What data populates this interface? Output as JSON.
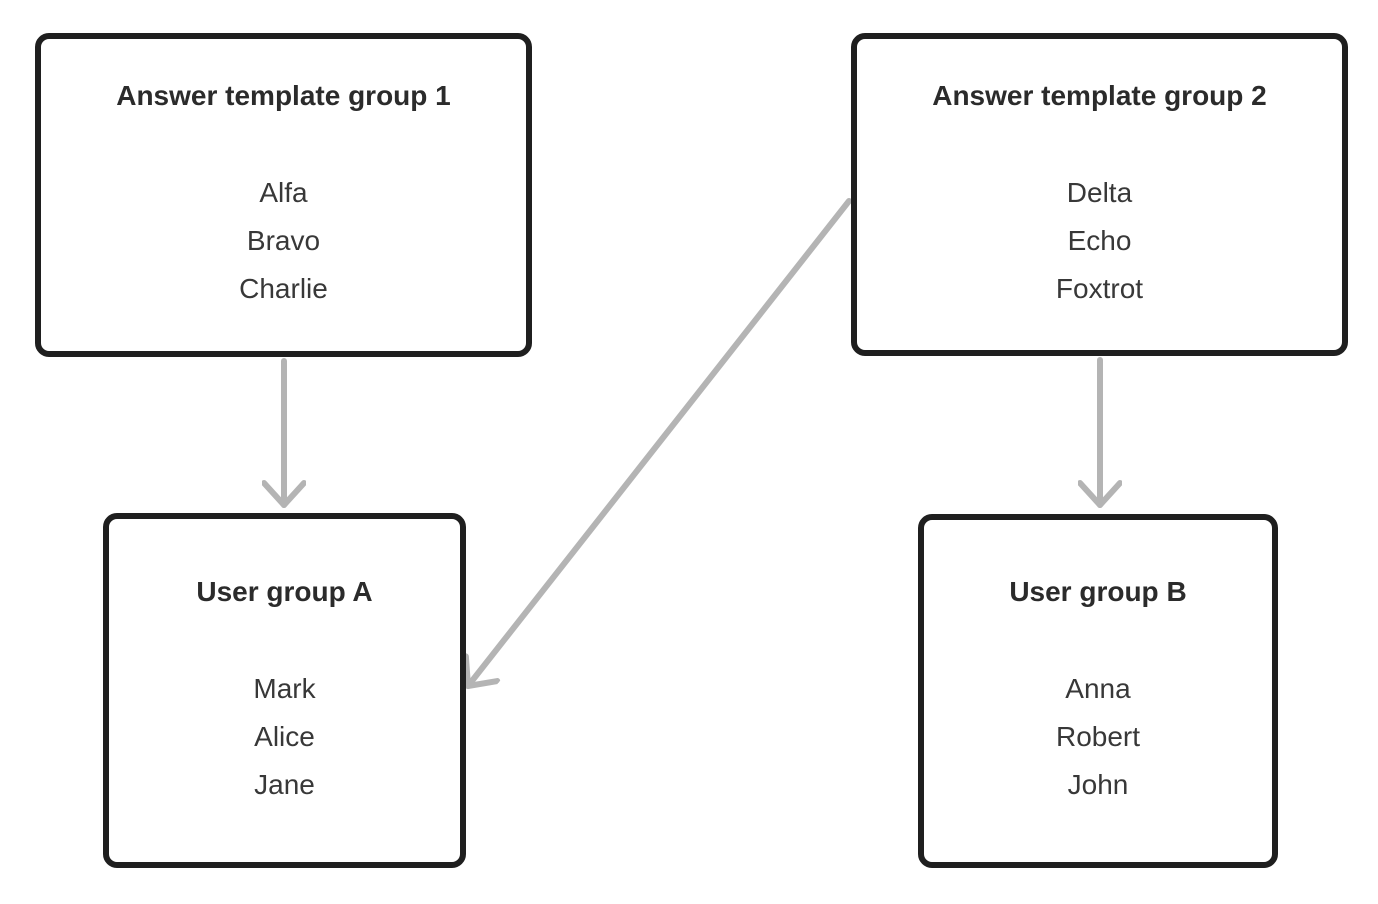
{
  "diagram": {
    "background_color": "#ffffff",
    "node_border_color": "#1f1f1f",
    "node_fill_color": "#ffffff",
    "title_color": "#2b2b2b",
    "item_color": "#383838",
    "arrow_color": "#b4b4b4",
    "nodes": [
      {
        "id": "answer-template-group-1",
        "title": "Answer template group 1",
        "items": [
          "Alfa",
          "Bravo",
          "Charlie"
        ]
      },
      {
        "id": "answer-template-group-2",
        "title": "Answer template group 2",
        "items": [
          "Delta",
          "Echo",
          "Foxtrot"
        ]
      },
      {
        "id": "user-group-a",
        "title": "User group A",
        "items": [
          "Mark",
          "Alice",
          "Jane"
        ]
      },
      {
        "id": "user-group-b",
        "title": "User group B",
        "items": [
          "Anna",
          "Robert",
          "John"
        ]
      }
    ],
    "edges": [
      {
        "from": "answer-template-group-1",
        "to": "user-group-a",
        "style": "arrow"
      },
      {
        "from": "answer-template-group-2",
        "to": "user-group-b",
        "style": "arrow"
      },
      {
        "from": "answer-template-group-2",
        "to": "user-group-a",
        "style": "arrow"
      }
    ]
  }
}
